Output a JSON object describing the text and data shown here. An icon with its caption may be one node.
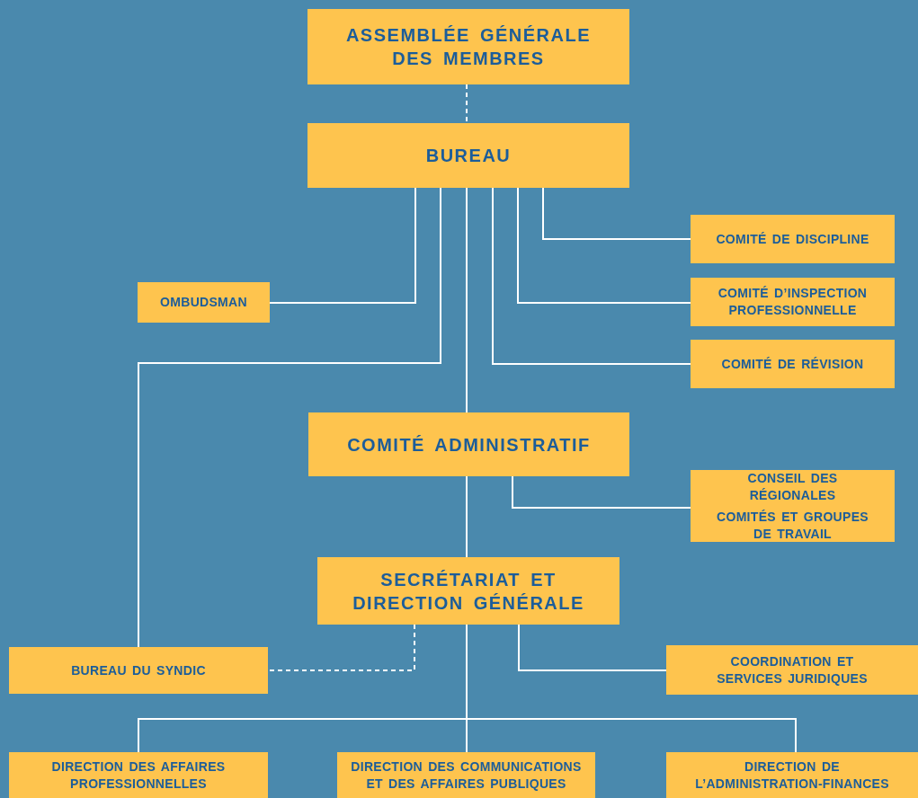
{
  "diagram": {
    "nodes": [
      {
        "text": [
          "ASSEMBLÉE GÉNÉRALE DES MEMBRES"
        ]
      },
      {
        "text": [
          "BUREAU"
        ]
      },
      {
        "text": [
          "OMBUDSMAN"
        ]
      },
      {
        "text": [
          "COMITÉ DE DISCIPLINE"
        ]
      },
      {
        "text": [
          "COMITÉ D’INSPECTION PROFESSIONNELLE"
        ]
      },
      {
        "text": [
          "COMITÉ DE RÉVISION"
        ]
      },
      {
        "text": [
          "COMITÉ ADMINISTRATIF"
        ]
      },
      {
        "text": [
          "CONSEIL DES RÉGIONALES",
          "COMITÉS ET GROUPES DE TRAVAIL"
        ]
      },
      {
        "text": [
          "SECRÉTARIAT ET DIRECTION GÉNÉRALE"
        ]
      },
      {
        "text": [
          "BUREAU DU SYNDIC"
        ]
      },
      {
        "text": [
          "COORDINATION ET SERVICES JURIDIQUES"
        ]
      },
      {
        "text": [
          "DIRECTION DES AFFAIRES PROFESSIONNELLES"
        ]
      },
      {
        "text": [
          "DIRECTION DES COMMUNICATIONS ET DES AFFAIRES PUBLIQUES"
        ]
      },
      {
        "text": [
          "DIRECTION DE L’ADMINISTRATION-FINANCES"
        ]
      }
    ],
    "edges": [
      {
        "from": 0,
        "to": 1,
        "arrow": "none",
        "style": "dashed"
      },
      {
        "from": 1,
        "to": 2,
        "arrow": "none"
      },
      {
        "from": 1,
        "to": 9,
        "arrow": "none"
      },
      {
        "from": 1,
        "to": 3,
        "arrow": "none"
      },
      {
        "from": 1,
        "to": 4,
        "arrow": "none"
      },
      {
        "from": 1,
        "to": 5,
        "arrow": "none"
      },
      {
        "from": 1,
        "to": 6,
        "arrow": "none"
      },
      {
        "from": 6,
        "to": 7,
        "arrow": "none"
      },
      {
        "from": 6,
        "to": 8,
        "arrow": "none"
      },
      {
        "from": 8,
        "to": 9,
        "arrow": "none",
        "style": "dashed"
      },
      {
        "from": 8,
        "to": 10,
        "arrow": "none"
      },
      {
        "from": 8,
        "to": 11,
        "arrow": "none"
      },
      {
        "from": 8,
        "to": 12,
        "arrow": "none"
      },
      {
        "from": 8,
        "to": 13,
        "arrow": "none"
      }
    ]
  }
}
